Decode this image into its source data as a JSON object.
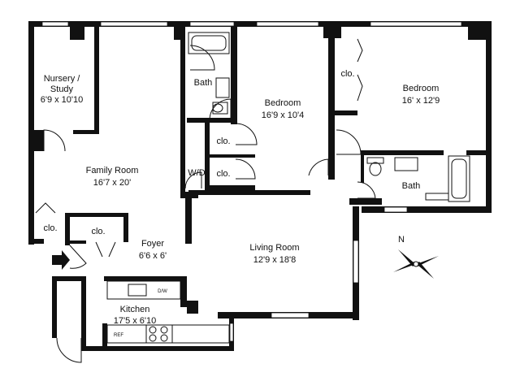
{
  "rooms": {
    "nursery": {
      "name_line1": "Nursery /",
      "name_line2": "Study",
      "size": "6'9 x 10'10"
    },
    "family_room": {
      "name": "Family Room",
      "size": "16'7 x 20'"
    },
    "bath_top": {
      "name": "Bath"
    },
    "bedroom_center": {
      "name": "Bedroom",
      "size": "16'9 x 10'4"
    },
    "bedroom_right": {
      "name": "Bedroom",
      "size": "16' x 12'9"
    },
    "bath_right": {
      "name": "Bath"
    },
    "washer_dryer": {
      "name": "W/D"
    },
    "foyer": {
      "name": "Foyer",
      "size": "6'6 x 6'"
    },
    "living_room": {
      "name": "Living Room",
      "size": "12'9 x 18'8"
    },
    "kitchen": {
      "name": "Kitchen",
      "size": "17'5 x 6'10"
    }
  },
  "closets": {
    "label": "clo.",
    "bedroom_right": "clo.",
    "hall_upper": "clo.",
    "hall_lower": "clo.",
    "family_left": "clo.",
    "family_foyer": "clo."
  },
  "appliances": {
    "dishwasher": "D/W",
    "refrigerator": "REF"
  },
  "compass": {
    "north_label": "N"
  }
}
